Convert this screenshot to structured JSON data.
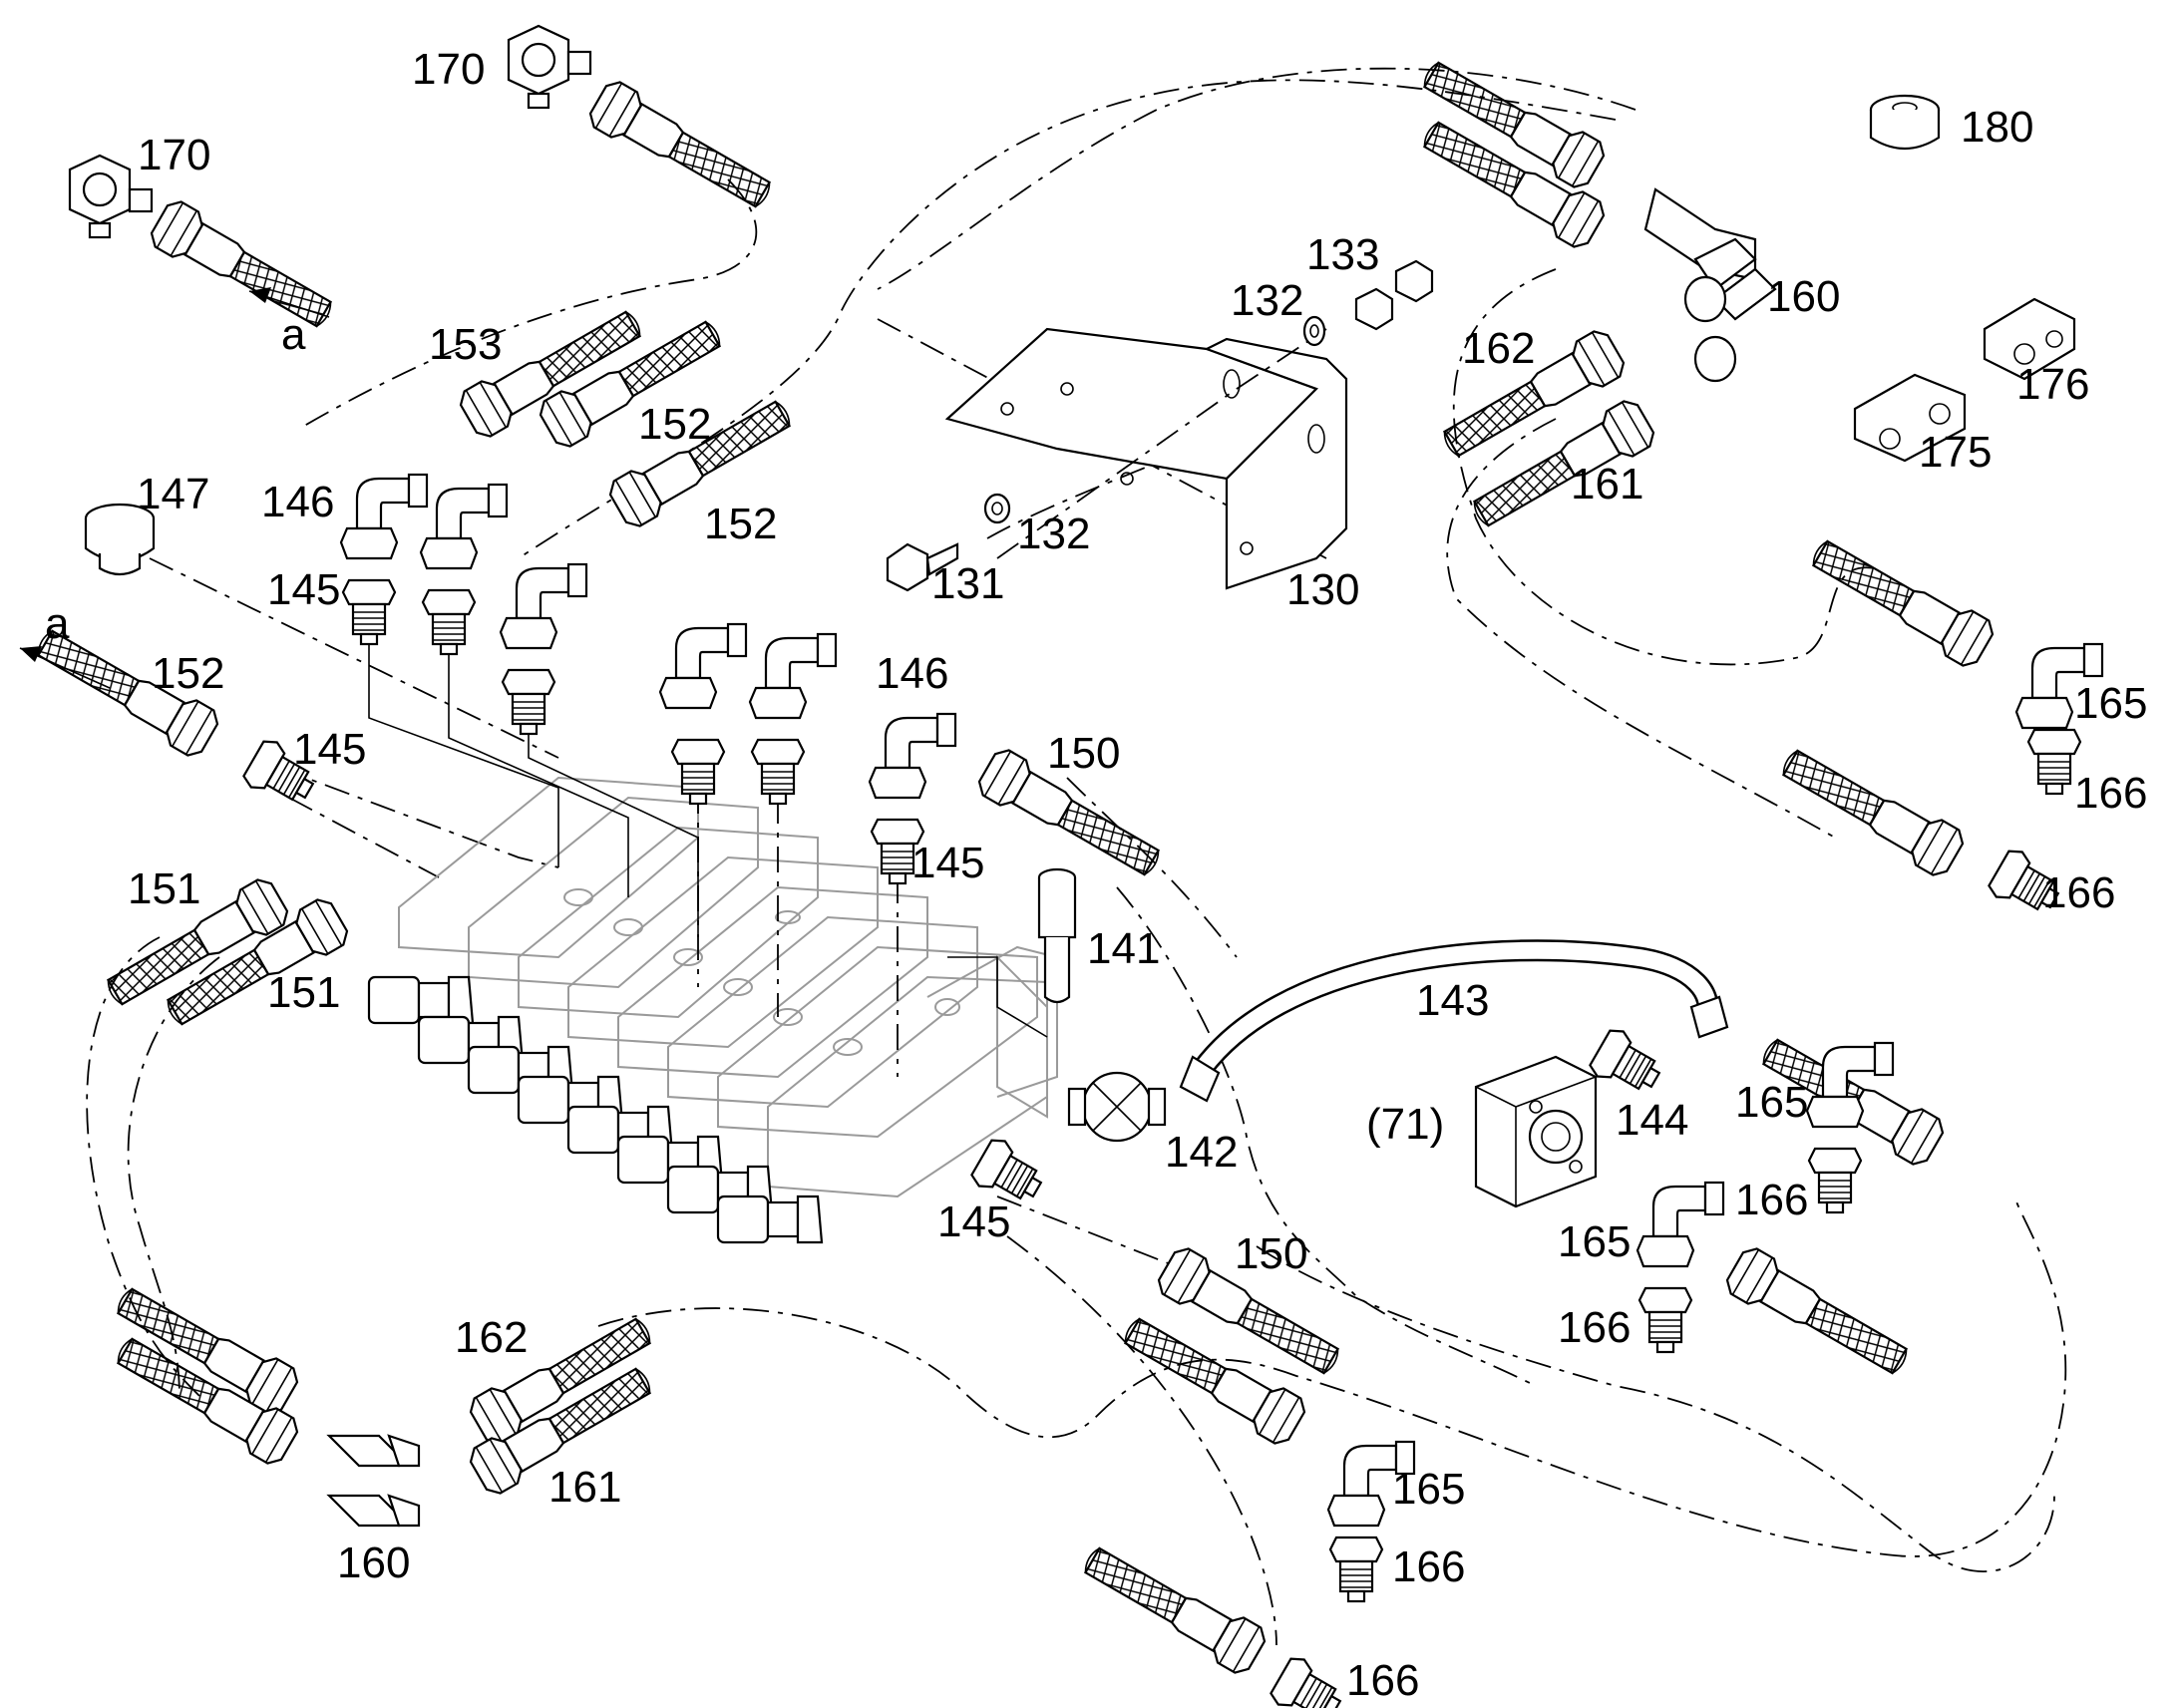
{
  "callouts": {
    "c170a": "170",
    "c170b": "170",
    "c153": "153",
    "c152a": "152",
    "c152b": "152",
    "c152c": "152",
    "c146a": "146",
    "c146b": "146",
    "c145a": "145",
    "c145b": "145",
    "c145c": "145",
    "c145d": "145",
    "c147": "147",
    "ca1": "a",
    "ca2": "a",
    "c151a": "151",
    "c151b": "151",
    "c150a": "150",
    "c150b": "150",
    "c141": "141",
    "c143": "143",
    "c142": "142",
    "c144": "144",
    "c71": "(71)",
    "c131": "131",
    "c132a": "132",
    "c132b": "132",
    "c133": "133",
    "c130": "130",
    "c162a": "162",
    "c162b": "162",
    "c161a": "161",
    "c161b": "161",
    "c160a": "160",
    "c160b": "160",
    "c180": "180",
    "c176": "176",
    "c175": "175",
    "c165a": "165",
    "c165b": "165",
    "c165c": "165",
    "c165d": "165",
    "c166a": "166",
    "c166b": "166",
    "c166c": "166",
    "c166d": "166",
    "c166e": "166",
    "c166f": "166"
  }
}
